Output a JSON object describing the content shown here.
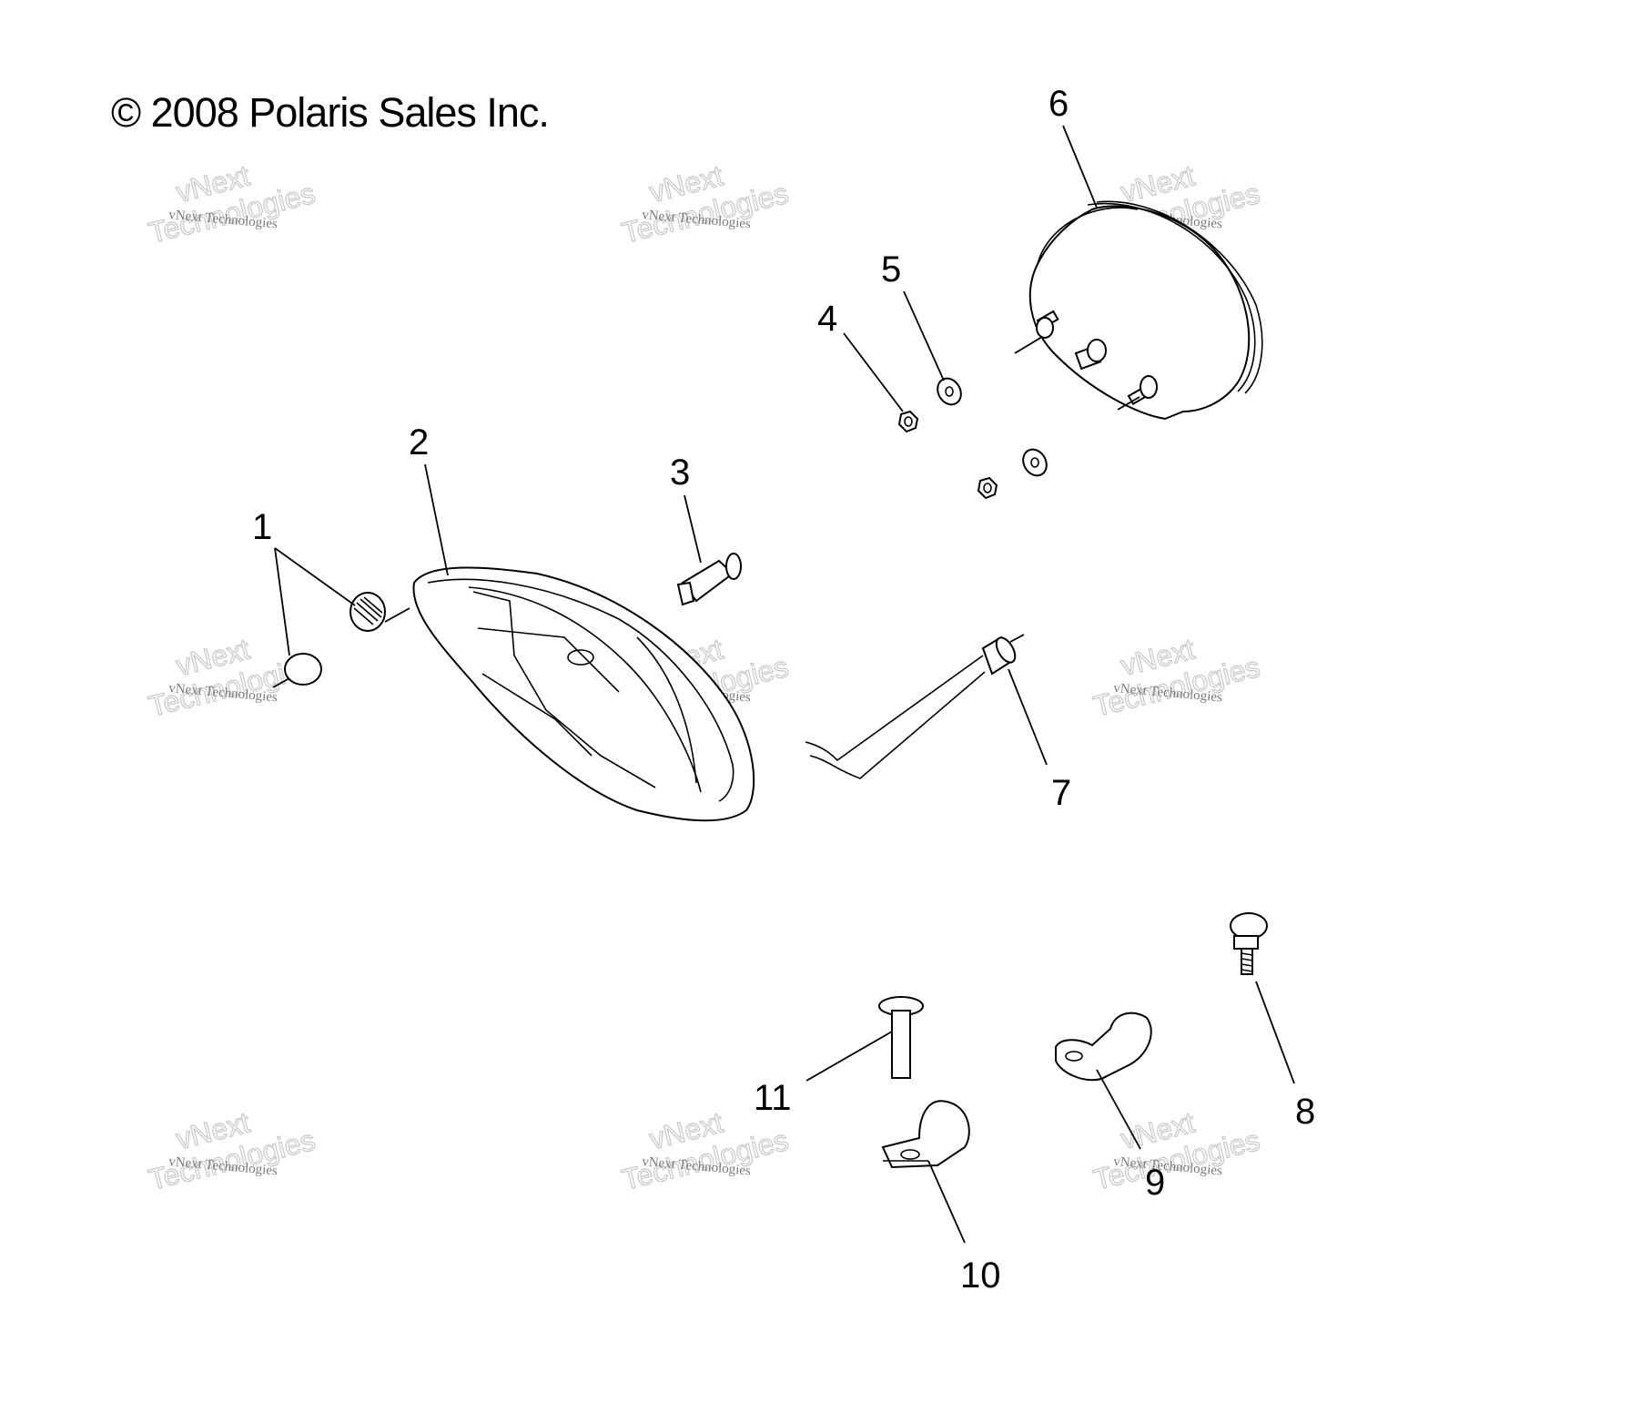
{
  "copyright": "© 2008 Polaris Sales Inc.",
  "watermark": {
    "line_small": "vNext Technologies",
    "line_big_1": "vNext",
    "line_big_2": "Technologies"
  },
  "callouts": [
    "1",
    "2",
    "3",
    "4",
    "5",
    "6",
    "7",
    "8",
    "9",
    "10",
    "11"
  ],
  "colors": {
    "line": "#000000",
    "watermark": "#c8c8c8",
    "background": "#ffffff"
  }
}
